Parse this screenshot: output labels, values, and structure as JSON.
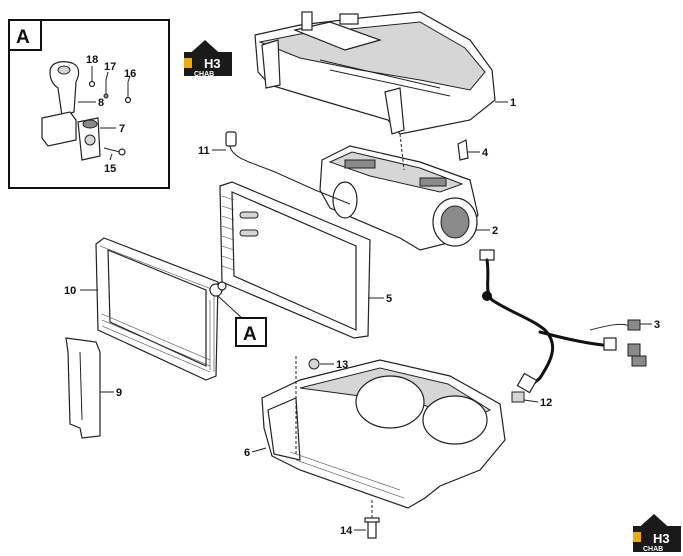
{
  "detail_box": {
    "letter": "A",
    "callout_letter": "A"
  },
  "logos": [
    {
      "top": "H3",
      "bottom": "CHAB"
    },
    {
      "top": "H3",
      "bottom": "CHAB"
    }
  ],
  "callouts": [
    {
      "id": "1",
      "text": "1"
    },
    {
      "id": "2",
      "text": "2"
    },
    {
      "id": "3",
      "text": "3"
    },
    {
      "id": "4",
      "text": "4"
    },
    {
      "id": "5",
      "text": "5"
    },
    {
      "id": "6",
      "text": "6"
    },
    {
      "id": "7",
      "text": "7"
    },
    {
      "id": "8",
      "text": "8"
    },
    {
      "id": "9",
      "text": "9"
    },
    {
      "id": "10",
      "text": "10"
    },
    {
      "id": "11",
      "text": "11"
    },
    {
      "id": "12",
      "text": "12"
    },
    {
      "id": "13",
      "text": "13"
    },
    {
      "id": "14",
      "text": "14"
    },
    {
      "id": "15",
      "text": "15"
    },
    {
      "id": "16",
      "text": "16"
    },
    {
      "id": "17",
      "text": "17"
    },
    {
      "id": "18",
      "text": "18"
    }
  ],
  "colors": {
    "logo_bg": "#1a1a1a",
    "logo_accent": "#f2a900",
    "ink": "#222222"
  }
}
